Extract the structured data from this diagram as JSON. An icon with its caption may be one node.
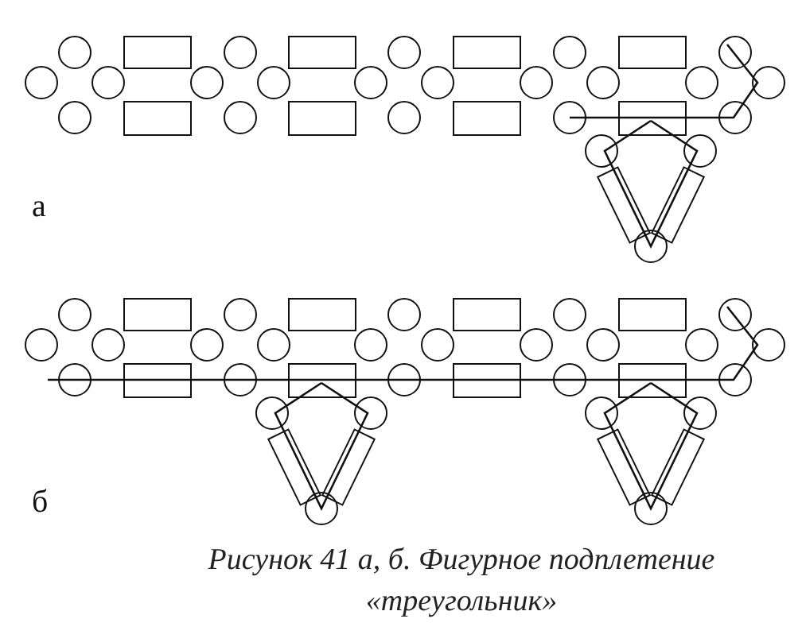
{
  "diagram": {
    "caption": "Рисунок 41 а, б. Фигурное подплетение «треугольник»",
    "labels": [
      "а",
      "б"
    ]
  }
}
